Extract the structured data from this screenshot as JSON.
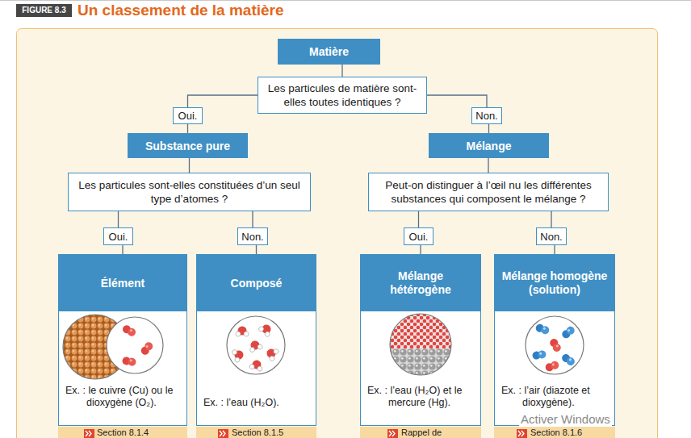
{
  "diagram": {
    "title": "Un classement de la matière",
    "nodes": [
      {
        "text": [
          "Matière"
        ]
      },
      {
        "text": [
          "Les particules de matière sont-elles toutes identiques ?"
        ]
      },
      {
        "text": [
          "Oui."
        ]
      },
      {
        "text": [
          "Non."
        ]
      },
      {
        "text": [
          "Substance pure"
        ]
      },
      {
        "text": [
          "Mélange"
        ]
      },
      {
        "text": [
          "Les particules sont-elles constituées d’un seul type d’atomes ?"
        ]
      },
      {
        "text": [
          "Oui."
        ]
      },
      {
        "text": [
          "Non."
        ]
      },
      {
        "text": [
          "Peut-on distinguer à l’œil nu les différentes substances qui composent le mélange ?"
        ]
      },
      {
        "text": [
          "Oui."
        ]
      },
      {
        "text": [
          "Non."
        ]
      },
      {
        "text": [
          "Élément",
          "Ex. : le cuivre (Cu) ou le dioxygène (O₂)."
        ]
      },
      {
        "text": [
          "Composé",
          "Ex. : l’eau (H₂O)."
        ]
      },
      {
        "text": [
          "Mélange hétérogène",
          "Ex. : l’eau (H₂O) et le mercure (Hg)."
        ]
      },
      {
        "text": [
          "Mélange homogène (solution)",
          "Ex. : l’air (diazote et dioxygène)."
        ]
      }
    ],
    "edges": [
      {
        "from": 0,
        "to": 1,
        "arrow": "none"
      },
      {
        "from": 1,
        "to": 2,
        "arrow": "none"
      },
      {
        "from": 1,
        "to": 3,
        "arrow": "none"
      },
      {
        "from": 2,
        "to": 4,
        "arrow": "none"
      },
      {
        "from": 3,
        "to": 5,
        "arrow": "none"
      },
      {
        "from": 4,
        "to": 6,
        "arrow": "none"
      },
      {
        "from": 6,
        "to": 7,
        "arrow": "none"
      },
      {
        "from": 6,
        "to": 8,
        "arrow": "none"
      },
      {
        "from": 7,
        "to": 12,
        "arrow": "none"
      },
      {
        "from": 8,
        "to": 13,
        "arrow": "none"
      },
      {
        "from": 5,
        "to": 9,
        "arrow": "none"
      },
      {
        "from": 9,
        "to": 10,
        "arrow": "none"
      },
      {
        "from": 9,
        "to": 11,
        "arrow": "none"
      },
      {
        "from": 10,
        "to": 14,
        "arrow": "none"
      },
      {
        "from": 11,
        "to": 15,
        "arrow": "none"
      }
    ],
    "labels": [
      "FIGURE 8.3",
      "Section 8.1.4",
      "Section 8.1.5",
      "Rappel de",
      "Section 8.1.6",
      "Activer Windows"
    ]
  }
}
